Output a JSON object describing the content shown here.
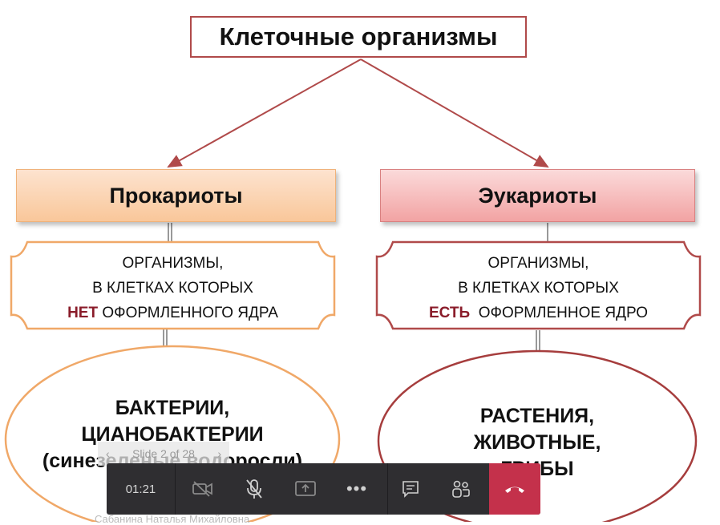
{
  "slide": {
    "title": "Клеточные организмы",
    "prokaryotes": {
      "heading": "Прокариоты",
      "desc_line1": "ОРГАНИЗМЫ,",
      "desc_line2": "В КЛЕТКАХ КОТОРЫХ",
      "desc_highlight": "НЕТ",
      "desc_line3_rest": " ОФОРМЛЕННОГО ЯДРА",
      "examples_line1": "БАКТЕРИИ,",
      "examples_line2": "ЦИАНОБАКТЕРИИ",
      "examples_line3": "(синезеленые водоросли)"
    },
    "eukaryotes": {
      "heading": "Эукариоты",
      "desc_line1": "ОРГАНИЗМЫ,",
      "desc_line2": "В КЛЕТКАХ КОТОРЫХ",
      "desc_highlight": "ЕСТЬ",
      "desc_line3_rest": "  ОФОРМЛЕННОЕ ЯДРО",
      "examples_line1": "РАСТЕНИЯ,",
      "examples_line2": "ЖИВОТНЫЕ,",
      "examples_line3": "ГРИБЫ"
    }
  },
  "slide_nav": {
    "label": "Slide 2 of 28",
    "prev_icon": "chevron-left-icon",
    "next_icon": "chevron-right-icon"
  },
  "call_bar": {
    "timer": "01:21",
    "buttons": [
      "video-off-icon",
      "mic-off-icon",
      "share-screen-icon",
      "more-options-icon",
      "chat-icon",
      "participants-icon",
      "hang-up-icon"
    ]
  },
  "presenter_name": "Сабанина Наталья Михайловна",
  "colors": {
    "accent_red": "#8a1c2a",
    "hangup": "#c4314b",
    "bar_bg": "#2f2e31",
    "prok_border": "#f0b27a",
    "euk_border": "#d98080"
  }
}
